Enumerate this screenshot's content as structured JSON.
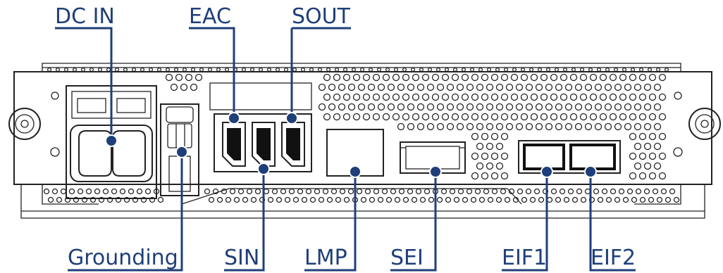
{
  "diagram": {
    "labels_top": [
      {
        "id": "dc-in",
        "text": "DC IN"
      },
      {
        "id": "eac",
        "text": "EAC"
      },
      {
        "id": "sout",
        "text": "SOUT"
      }
    ],
    "labels_bottom": [
      {
        "id": "grounding",
        "text": "Grounding"
      },
      {
        "id": "sin",
        "text": "SIN"
      },
      {
        "id": "lmp",
        "text": "LMP"
      },
      {
        "id": "sei",
        "text": "SEI"
      },
      {
        "id": "eif1",
        "text": "EIF1"
      },
      {
        "id": "eif2",
        "text": "EIF2"
      }
    ],
    "colors": {
      "callout": "#1f3f7a",
      "outline": "#222222",
      "background": "#ffffff"
    }
  }
}
